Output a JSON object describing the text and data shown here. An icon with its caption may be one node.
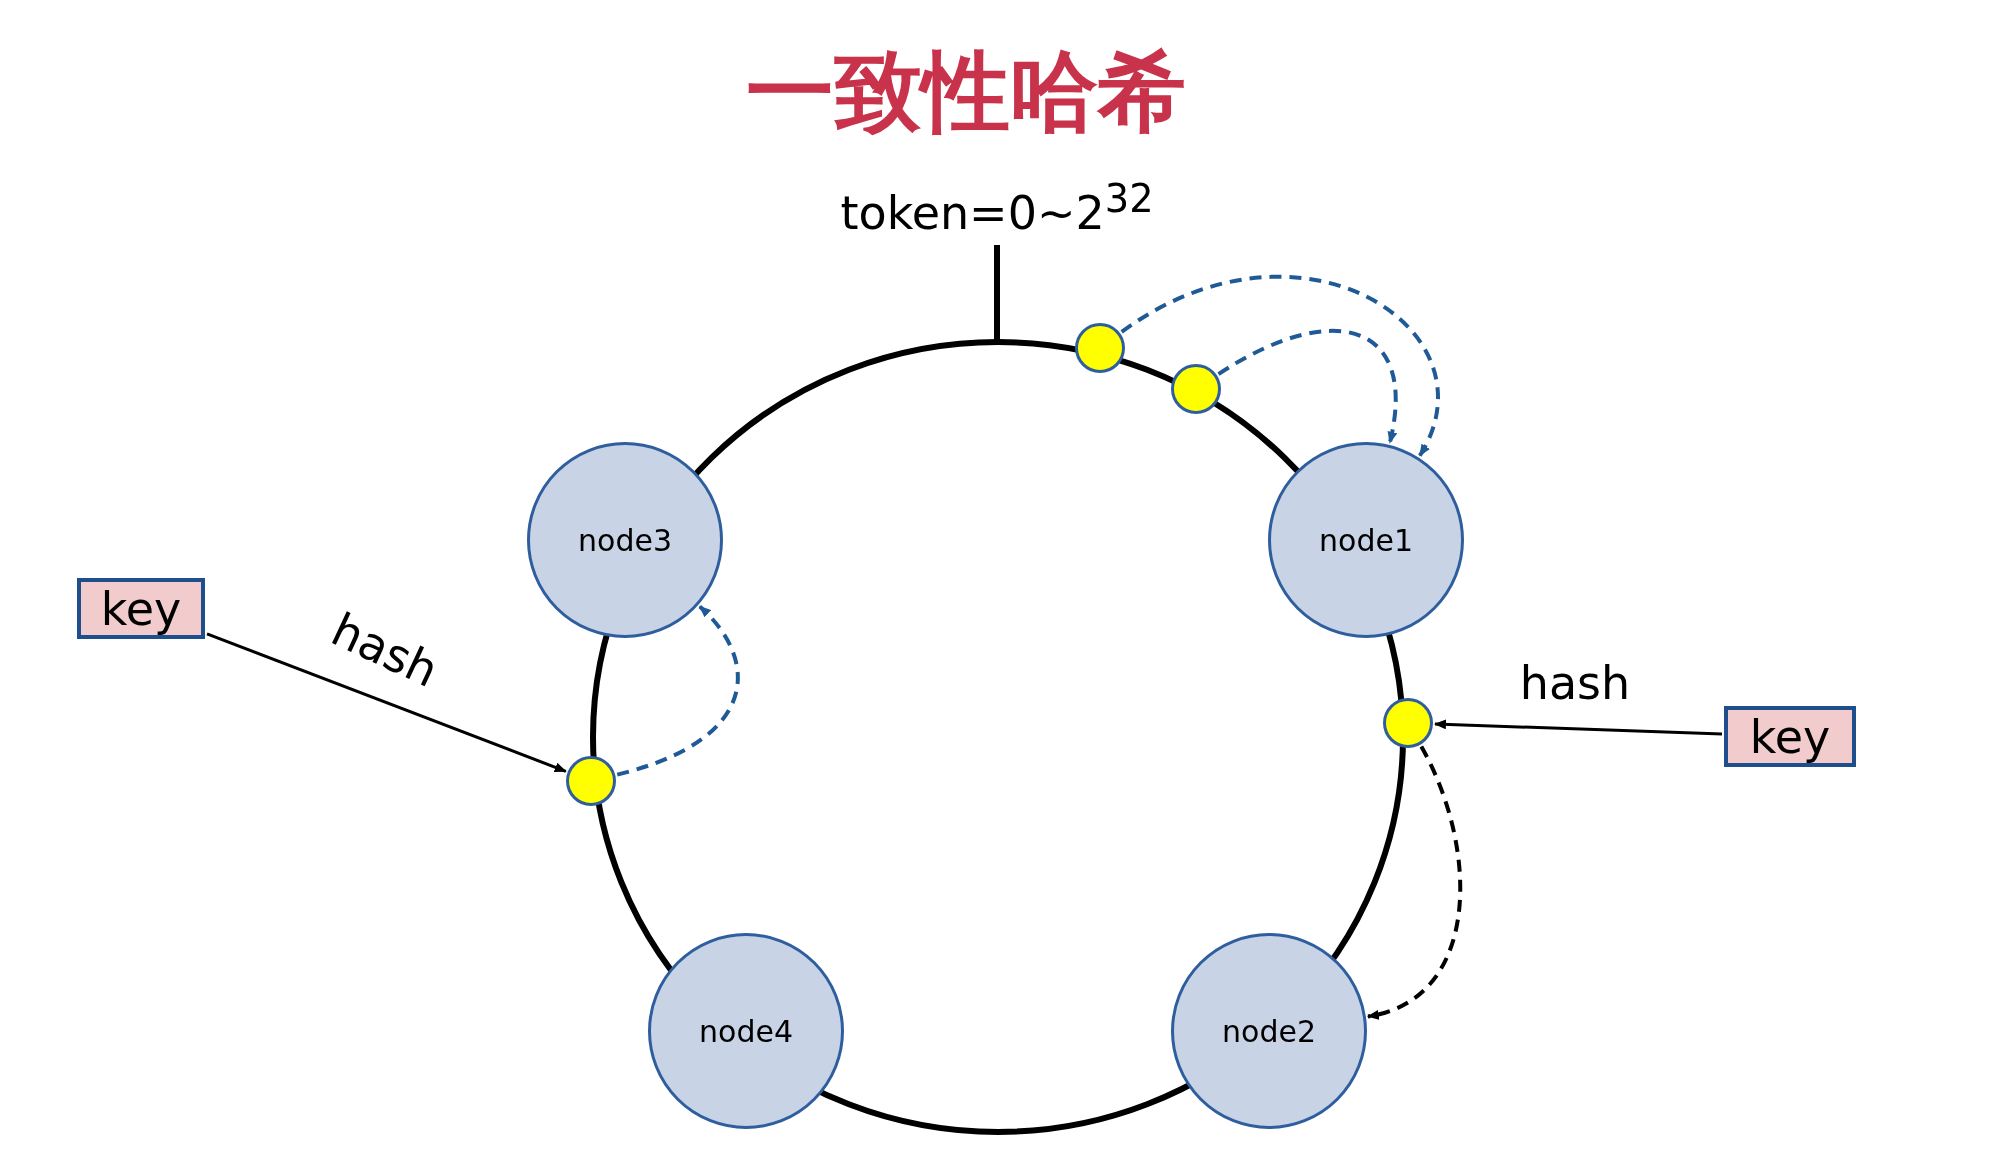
{
  "diagram": {
    "title": "一致性哈希",
    "nodes": [
      {
        "text": [
          "node1"
        ]
      },
      {
        "text": [
          "node2"
        ]
      },
      {
        "text": [
          "node3"
        ]
      },
      {
        "text": [
          "node4"
        ]
      },
      {
        "text": [
          "key"
        ]
      },
      {
        "text": [
          "key"
        ]
      },
      {
        "text": [],
        "shape": "circle"
      },
      {
        "text": [],
        "shape": "circle"
      },
      {
        "text": [],
        "shape": "circle"
      },
      {
        "text": [],
        "shape": "circle"
      }
    ],
    "edges": [
      {
        "from": 4,
        "to": 8,
        "arrow": "to",
        "label": "hash"
      },
      {
        "from": 5,
        "to": 9,
        "arrow": "to",
        "label": "hash"
      },
      {
        "from": 6,
        "to": 0,
        "arrow": "to",
        "style": "dashed",
        "color": "#1f5a96"
      },
      {
        "from": 7,
        "to": 0,
        "arrow": "to",
        "style": "dashed",
        "color": "#1f5a96"
      },
      {
        "from": 8,
        "to": 2,
        "arrow": "to",
        "style": "dashed",
        "color": "#1f5a96"
      },
      {
        "from": 9,
        "to": 1,
        "arrow": "to",
        "style": "dashed"
      }
    ],
    "labels": [
      "token=0~2$^{32}$"
    ]
  }
}
